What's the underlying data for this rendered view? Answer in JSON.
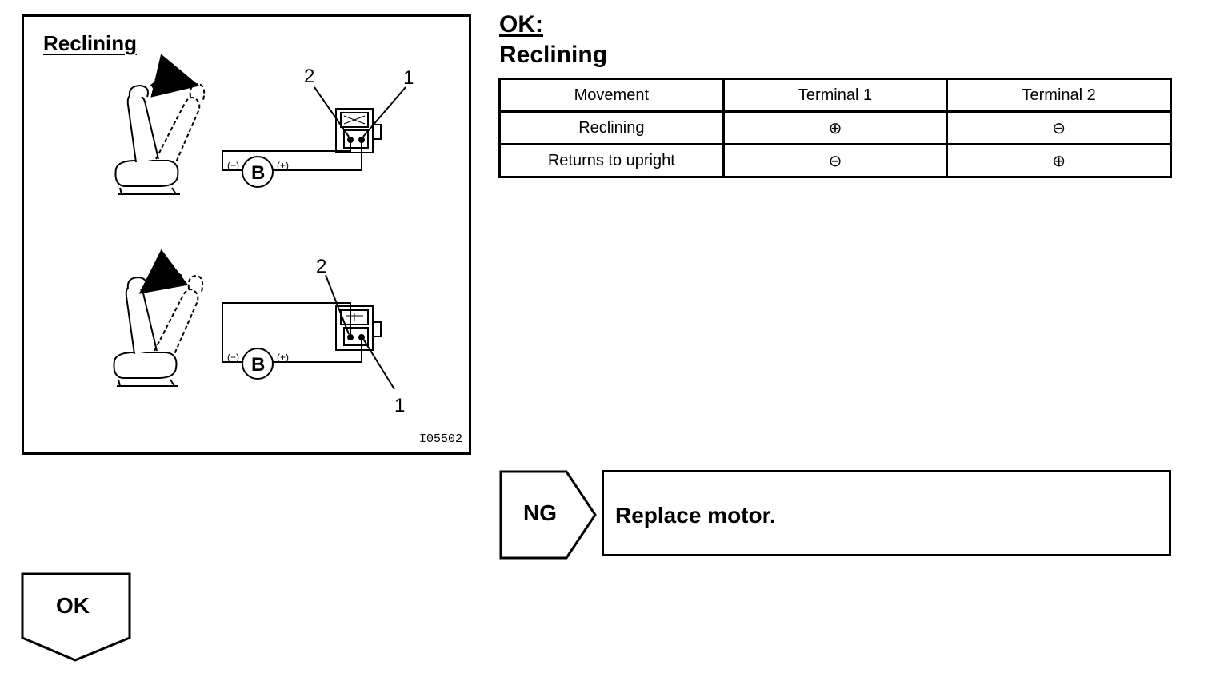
{
  "figure": {
    "title": "Reclining",
    "code": "I05502",
    "top_diagram": {
      "terminal_a": "2",
      "terminal_b": "1",
      "battery": "B",
      "neg": "(−)",
      "pos": "(+)"
    },
    "bottom_diagram": {
      "terminal_a": "2",
      "terminal_b": "1",
      "battery": "B",
      "neg": "(−)",
      "pos": "(+)"
    }
  },
  "result": {
    "ok_label": "OK:",
    "subtitle": "Reclining"
  },
  "table": {
    "headers": [
      "Movement",
      "Terminal 1",
      "Terminal 2"
    ],
    "rows": [
      [
        "Reclining",
        "⊕",
        "⊖"
      ],
      [
        "Returns to upright",
        "⊖",
        "⊕"
      ]
    ]
  },
  "ng": {
    "label": "NG",
    "action": "Replace motor."
  },
  "ok_flow": {
    "label": "OK"
  }
}
